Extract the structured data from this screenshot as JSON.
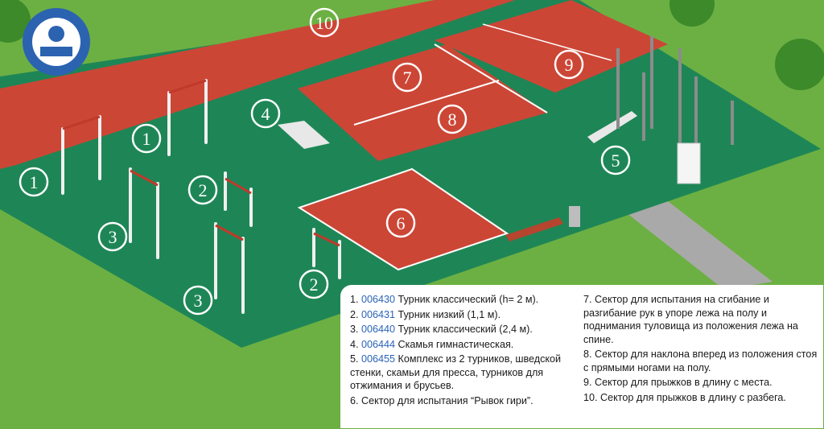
{
  "emblem": {
    "alt_icon": "runner-emblem-icon"
  },
  "zone_markers": [
    "1",
    "1",
    "2",
    "2",
    "3",
    "3",
    "4",
    "5",
    "6",
    "7",
    "8",
    "9",
    "10"
  ],
  "legend": {
    "left_items": [
      {
        "num": "1.",
        "code": "006430",
        "text": "Турник классический (h= 2 м)."
      },
      {
        "num": "2.",
        "code": "006431",
        "text": "Турник низкий (1,1 м)."
      },
      {
        "num": "3.",
        "code": "006440",
        "text": "Турник классический (2,4 м)."
      },
      {
        "num": "4.",
        "code": "006444",
        "text": "Скамья гимнастическая."
      },
      {
        "num": "5.",
        "code": "006455",
        "text": "Комплекс из 2 турников, шведской стенки, скамьи для пресса, турников для отжимания и брусьев."
      },
      {
        "num": "6.",
        "code": "",
        "text": "Сектор для испытания “Рывок гири”."
      }
    ],
    "right_items": [
      {
        "num": "7.",
        "text": "Сектор для испытания на сгибание и разгибание рук в упоре лежа на полу и поднимания туловища из положения лежа на спине."
      },
      {
        "num": "8.",
        "text": "Сектор для наклона вперед из положения стоя с прямыми ногами на полу."
      },
      {
        "num": "9.",
        "text": "Сектор для прыжков в длину с места."
      },
      {
        "num": "10.",
        "text": "Сектор для прыжков в длину с разбега."
      }
    ]
  },
  "colors": {
    "grass": "#5fa83a",
    "court_green": "#1f8a5a",
    "track_red": "#cf4a3a",
    "marker": "#ffffff"
  }
}
